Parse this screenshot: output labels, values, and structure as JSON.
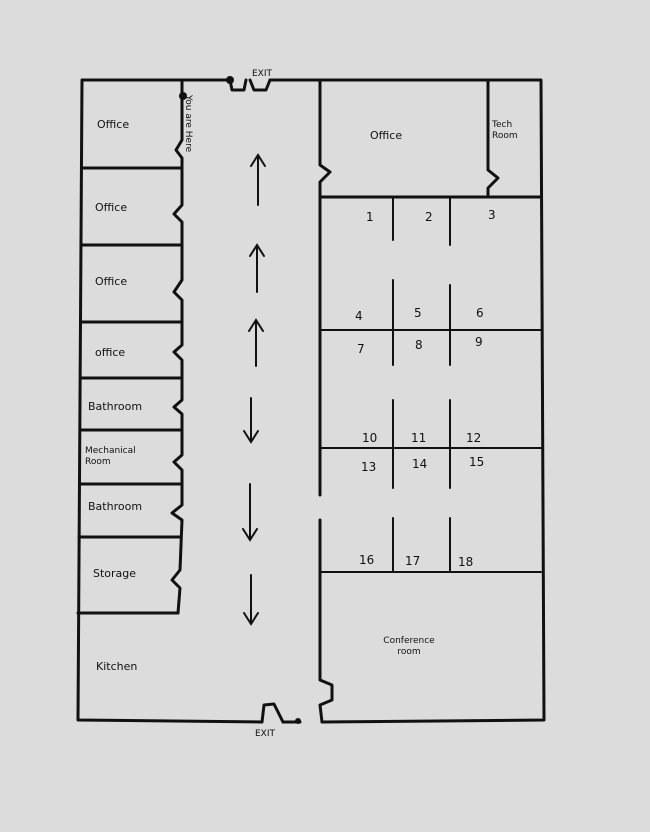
{
  "title": "Floor Plan",
  "exits": {
    "top": "EXIT",
    "bottom": "EXIT"
  },
  "you_are_here": "You are Here",
  "left_rooms": [
    "Office",
    "Office",
    "Office",
    "office",
    "Bathroom",
    "Mechanical Room",
    "Bathroom",
    "Storage",
    "Kitchen"
  ],
  "right_rooms": {
    "office": "Office",
    "tech": "Tech Room",
    "conference": "Conference room"
  },
  "cubicles": [
    "1",
    "2",
    "3",
    "4",
    "5",
    "6",
    "7",
    "8",
    "9",
    "10",
    "11",
    "12",
    "13",
    "14",
    "15",
    "16",
    "17",
    "18"
  ],
  "corridor_arrows": [
    "up",
    "up",
    "up",
    "down",
    "down",
    "down"
  ]
}
